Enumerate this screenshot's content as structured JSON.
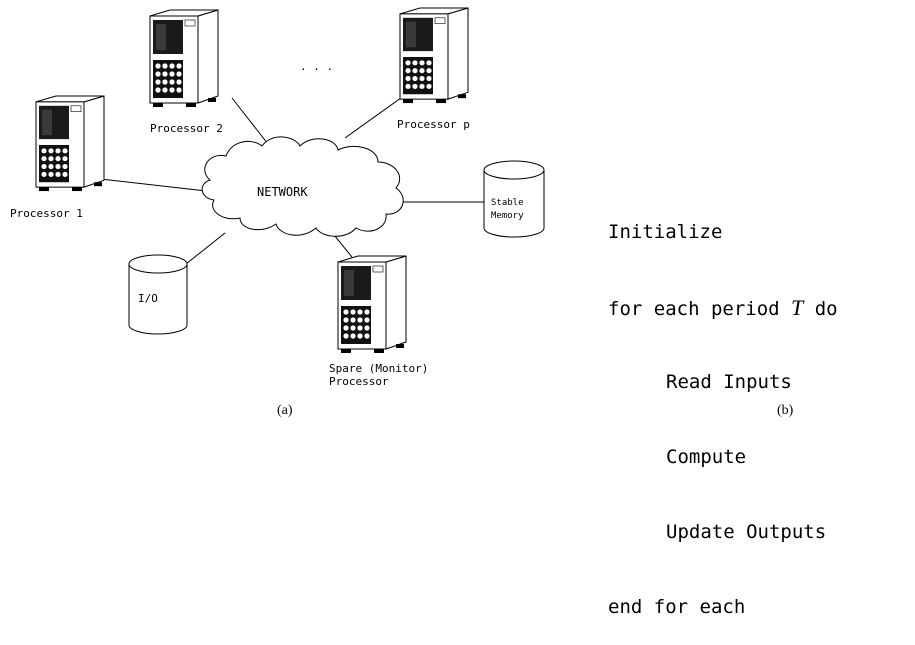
{
  "network": {
    "cloud_label": "NETWORK",
    "nodes": [
      {
        "id": "processor-1",
        "label": "Processor 1"
      },
      {
        "id": "processor-2",
        "label": "Processor 2"
      },
      {
        "id": "processor-p",
        "label": "Processor p"
      },
      {
        "id": "stable-memory",
        "label_lines": [
          "Stable",
          "Memory"
        ]
      },
      {
        "id": "io",
        "label": "I/O"
      },
      {
        "id": "spare",
        "label_lines": [
          "Spare (Monitor)",
          "Processor"
        ]
      }
    ],
    "ellipsis": ". . .",
    "caption": "(a)"
  },
  "algorithm": {
    "lines": [
      {
        "text": "Initialize",
        "indent": 0
      },
      {
        "pre": "for each period ",
        "var": "T",
        "post": " do",
        "indent": 0
      },
      {
        "text": "Read Inputs",
        "indent": 1
      },
      {
        "text": "Compute",
        "indent": 1
      },
      {
        "text": "Update Outputs",
        "indent": 1
      },
      {
        "text": "end for each",
        "indent": 0
      }
    ],
    "caption": "(b)"
  }
}
